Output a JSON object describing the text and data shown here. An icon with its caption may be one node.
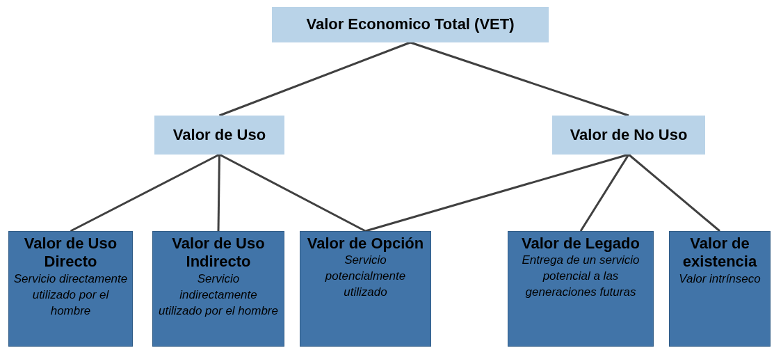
{
  "diagram": {
    "nodes": [
      {
        "text": [
          "Valor Economico Total (VET)"
        ]
      },
      {
        "text": [
          "Valor de Uso"
        ]
      },
      {
        "text": [
          "Valor de No Uso"
        ]
      },
      {
        "text": [
          "Valor de Uso Directo",
          "Servicio directamente utilizado por el hombre"
        ]
      },
      {
        "text": [
          "Valor de Uso Indirecto",
          "Servicio indirectamente utilizado por el hombre"
        ]
      },
      {
        "text": [
          "Valor de Opción",
          "Servicio potencialmente utilizado"
        ]
      },
      {
        "text": [
          "Valor de Legado",
          "Entrega de un servicio potencial a las generaciones futuras"
        ]
      },
      {
        "text": [
          "Valor de existencia",
          "Valor intrínseco"
        ]
      }
    ],
    "edges": [
      {
        "from": 0,
        "to": 1,
        "arrow": "none"
      },
      {
        "from": 0,
        "to": 2,
        "arrow": "none"
      },
      {
        "from": 1,
        "to": 3,
        "arrow": "none"
      },
      {
        "from": 1,
        "to": 4,
        "arrow": "none"
      },
      {
        "from": 1,
        "to": 5,
        "arrow": "none"
      },
      {
        "from": 2,
        "to": 5,
        "arrow": "none"
      },
      {
        "from": 2,
        "to": 6,
        "arrow": "none"
      },
      {
        "from": 2,
        "to": 7,
        "arrow": "none"
      }
    ]
  }
}
